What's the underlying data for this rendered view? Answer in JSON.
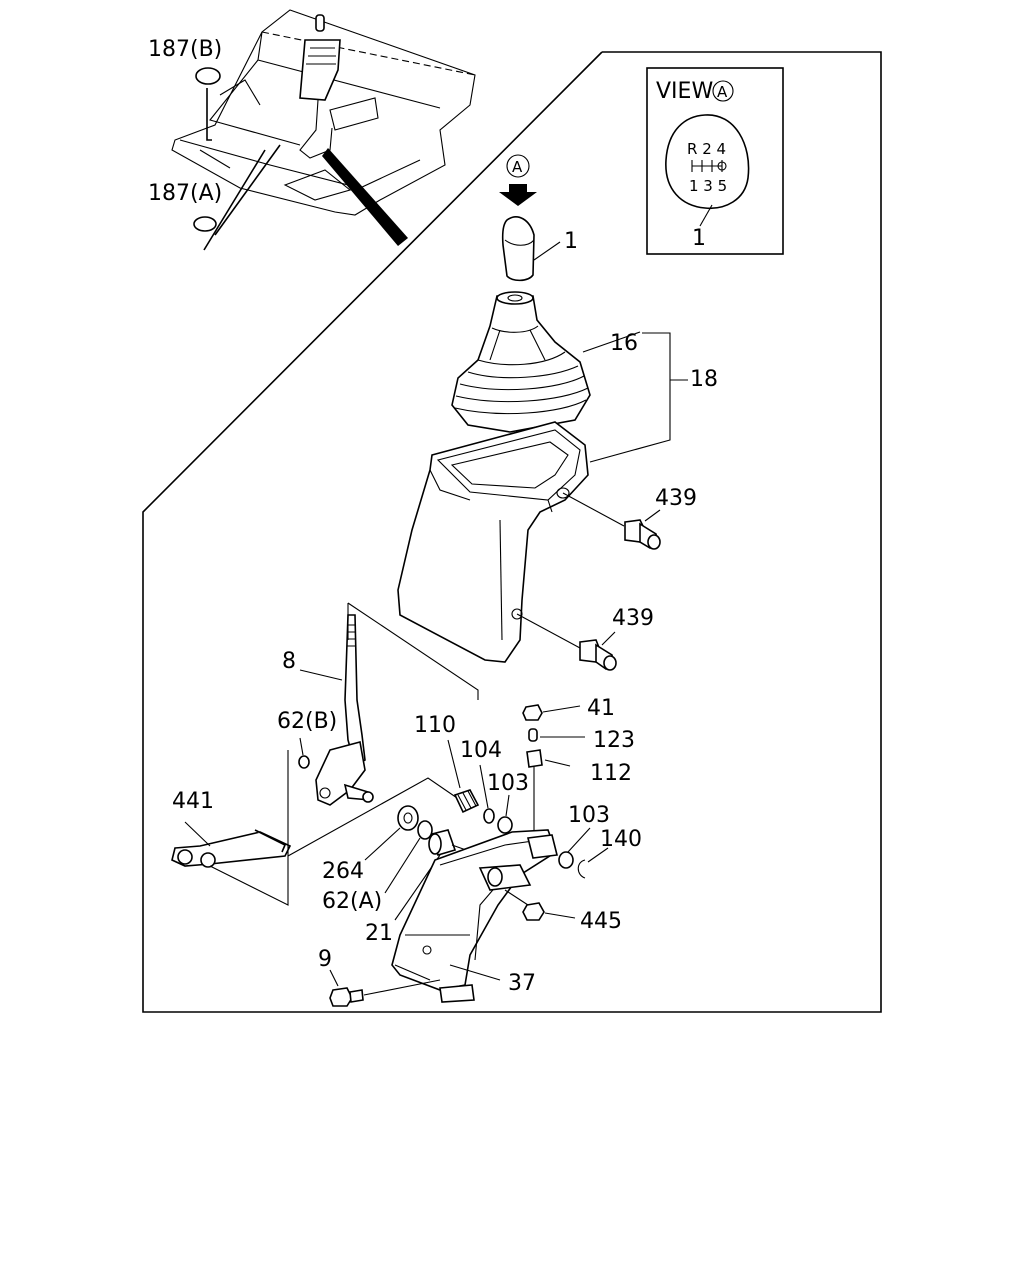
{
  "diagram": {
    "view_box": {
      "title": "VIEW",
      "view_marker": "A",
      "knob_pattern_top": "R 2 4",
      "knob_pattern_bottom": "1 3 5",
      "part_number": "1"
    },
    "arrow_marker": "A",
    "labels": {
      "p187b": "187(B)",
      "p187a": "187(A)",
      "p1": "1",
      "p16": "16",
      "p18": "18",
      "p439_upper": "439",
      "p439_lower": "439",
      "p8": "8",
      "p62b": "62(B)",
      "p441": "441",
      "p110": "110",
      "p104": "104",
      "p103_upper": "103",
      "p41": "41",
      "p123": "123",
      "p112": "112",
      "p103_lower": "103",
      "p140": "140",
      "p264": "264",
      "p62a": "62(A)",
      "p21": "21",
      "p445": "445",
      "p9": "9",
      "p37": "37"
    }
  }
}
